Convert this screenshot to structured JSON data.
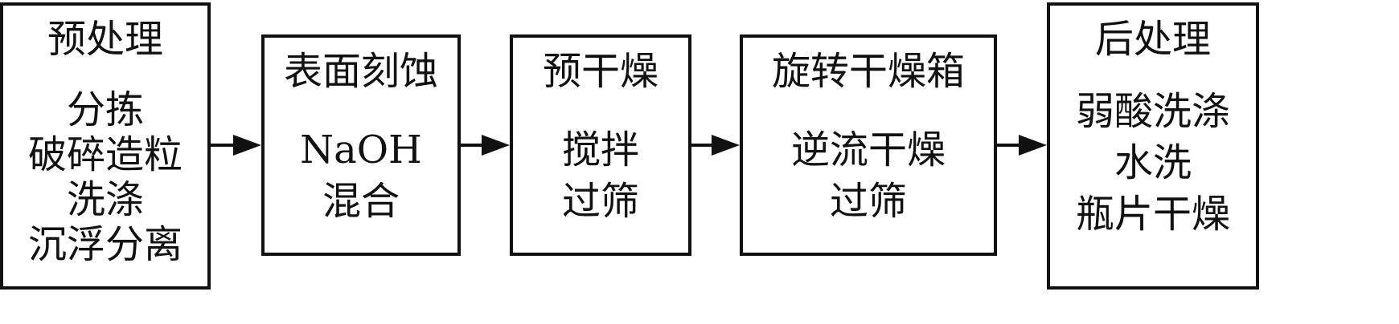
{
  "steps": [
    {
      "title": "预处理",
      "lines": [
        "分拣",
        "破碎造粒",
        "洗涤",
        "沉浮分离"
      ]
    },
    {
      "title": "表面刻蚀",
      "lines": [
        "NaOH",
        "混合"
      ]
    },
    {
      "title": "预干燥",
      "lines": [
        "搅拌",
        "过筛"
      ]
    },
    {
      "title": "旋转干燥箱",
      "lines": [
        "逆流干燥",
        "过筛"
      ]
    },
    {
      "title": "后处理",
      "lines": [
        "弱酸洗涤",
        "水洗",
        "瓶片干燥"
      ]
    }
  ],
  "colors": {
    "stroke": "#111111",
    "background": "#ffffff"
  }
}
